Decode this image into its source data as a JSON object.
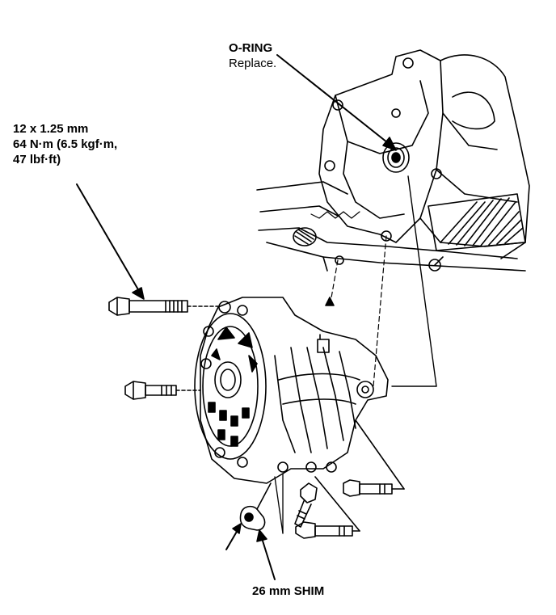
{
  "labels": {
    "oring_title": "O-RING",
    "oring_note": "Replace.",
    "torque_line1": "12 x 1.25 mm",
    "torque_line2": "64 N·m (6.5 kgf·m,",
    "torque_line3": "47 lbf·ft)",
    "shim": "26 mm SHIM"
  },
  "colors": {
    "ink": "#000000",
    "paper": "#ffffff"
  }
}
